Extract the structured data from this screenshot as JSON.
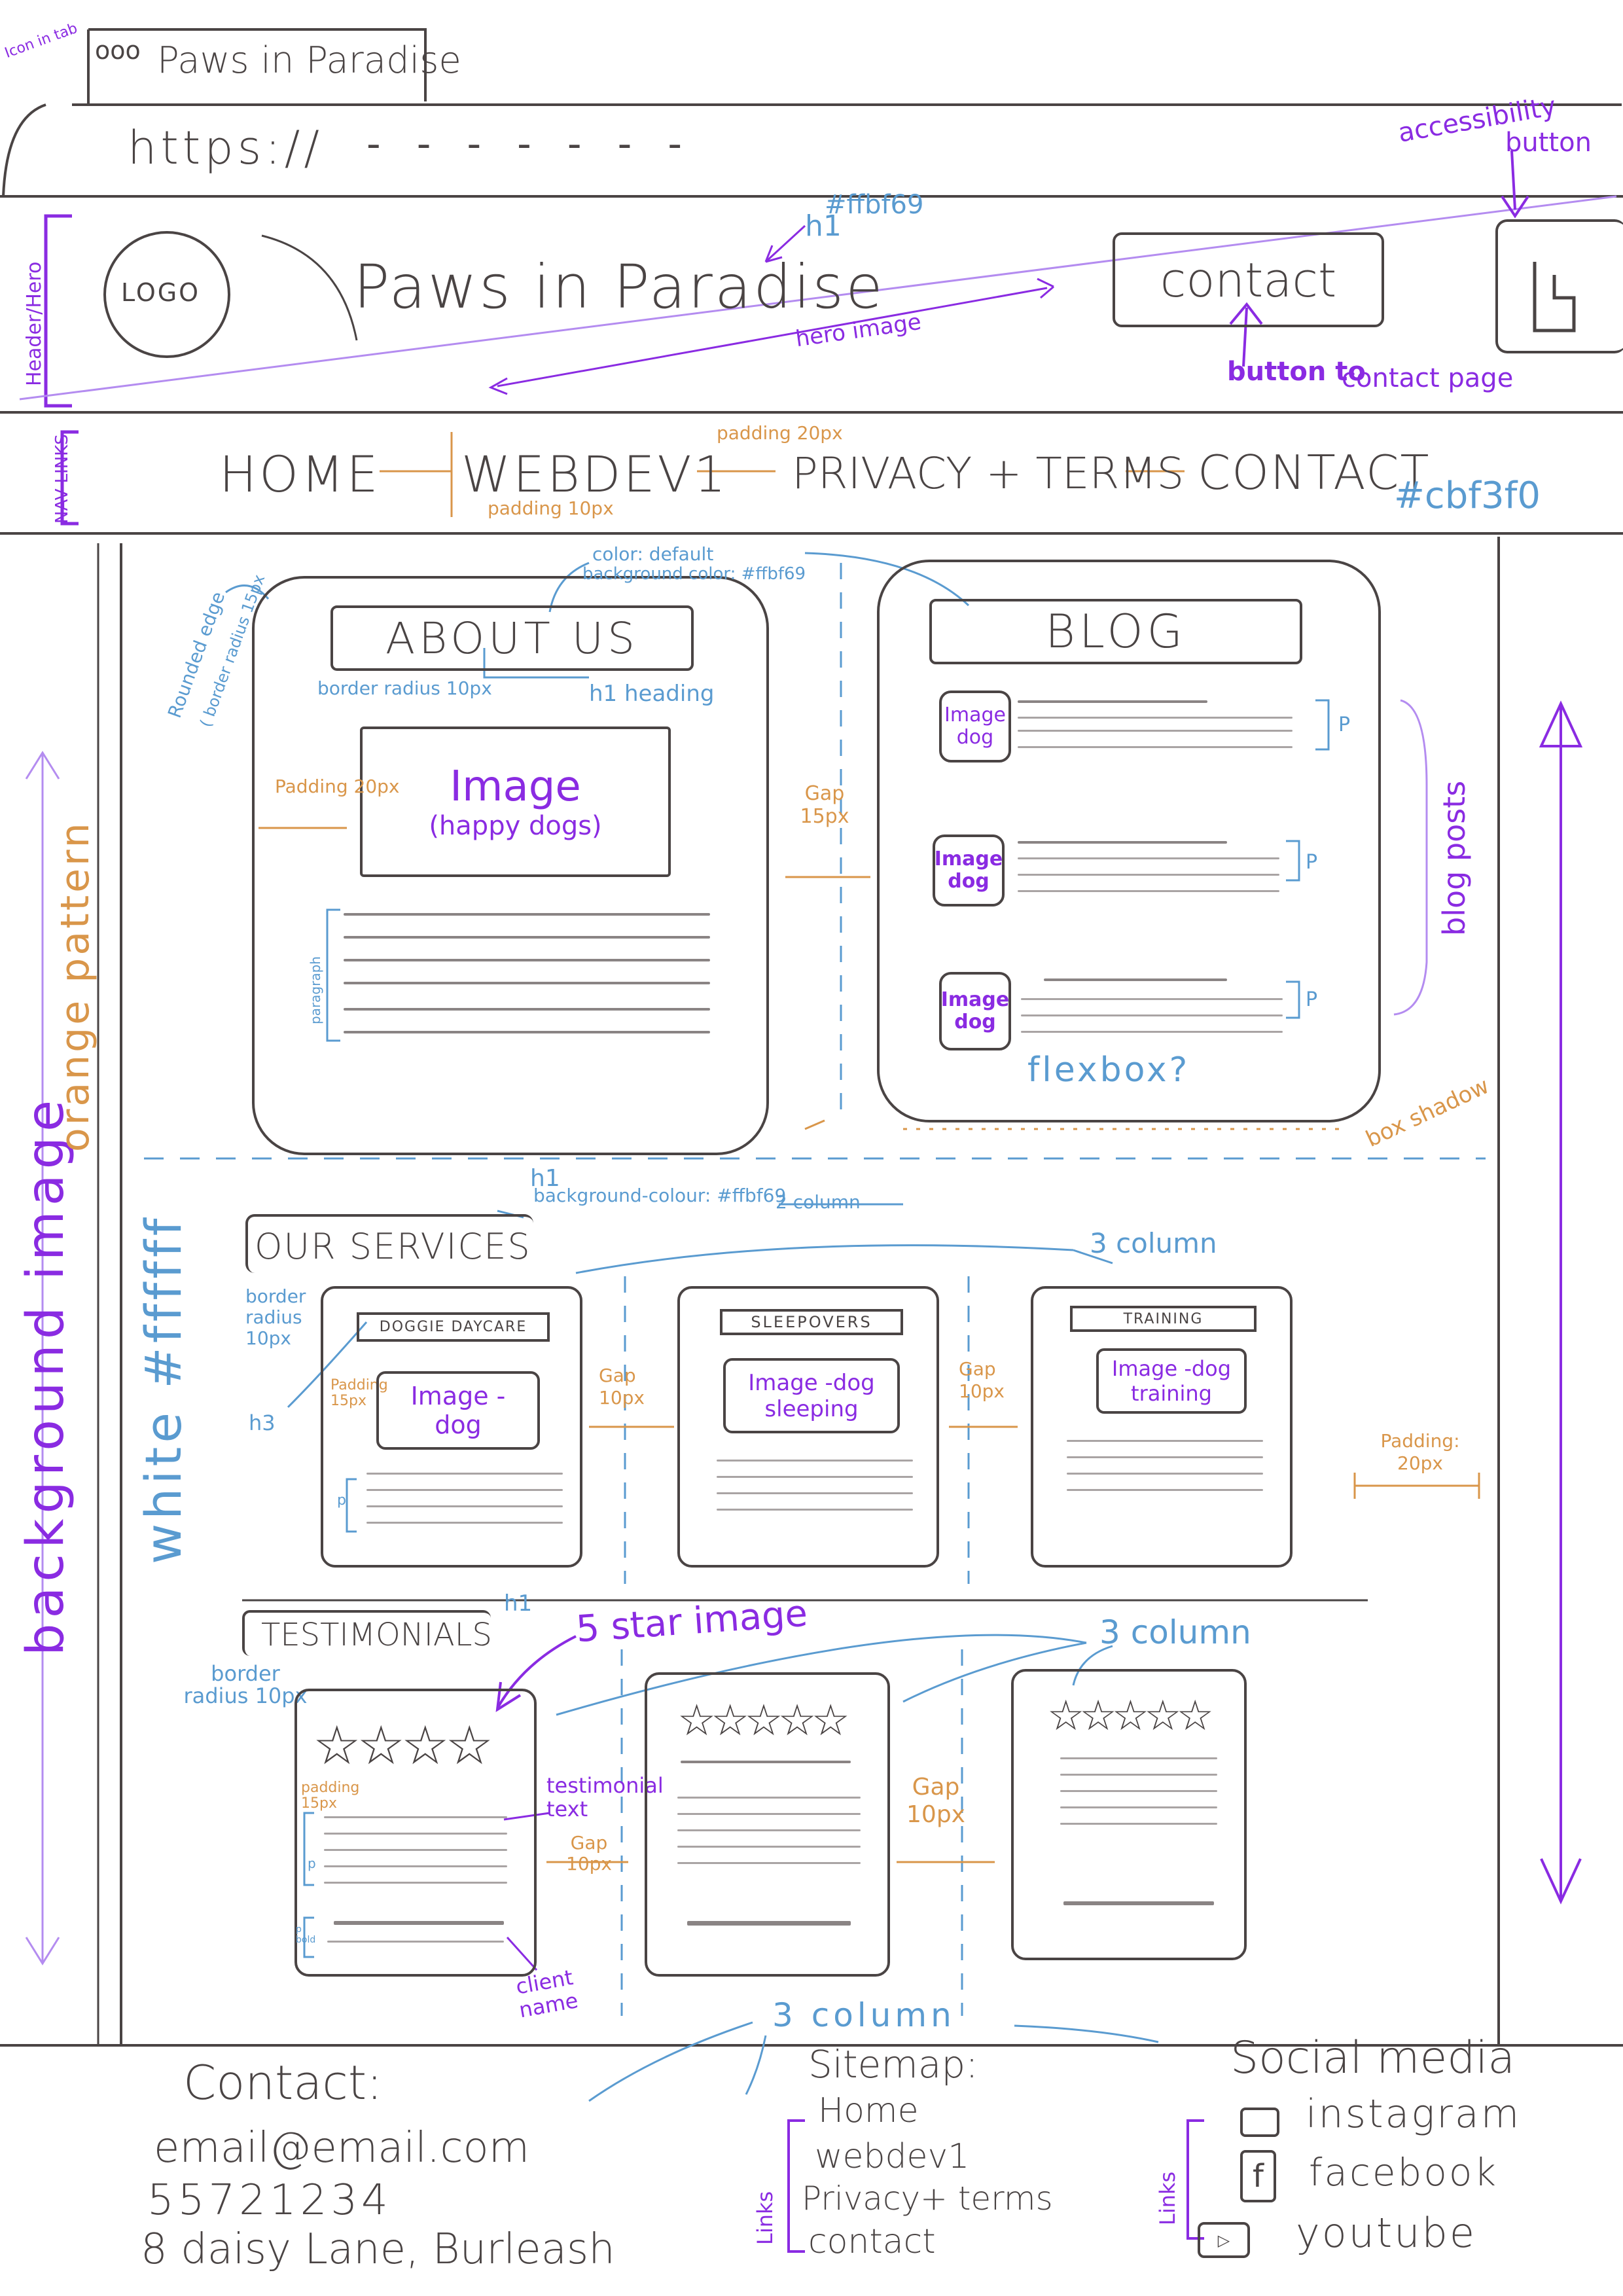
{
  "tab": {
    "title": "Paws in Paradise",
    "dots": "ooo",
    "annotation": "Icon in tab"
  },
  "addressbar": {
    "url": "https://",
    "dashes": "- - - - - - -"
  },
  "header": {
    "section_label": "Header/Hero",
    "logo": "LOGO",
    "title": "Paws in Paradise",
    "h1_note": "h1",
    "h1_color": "#ffbf69",
    "hero_note": "hero image",
    "contact_button": "contact",
    "contact_note_line1": "button to",
    "contact_note_line2": "contact page",
    "accessibility_note_line1": "accessibility",
    "accessibility_note_line2": "button"
  },
  "nav": {
    "section_label": "NAV LINKS",
    "links": [
      "HOME",
      "WEBDEV1",
      "PRIVACY + TERMS",
      "CONTACT"
    ],
    "padding_top": "padding 20px",
    "padding_bottom": "padding 10px",
    "color": "#cbf3f0"
  },
  "background_notes": {
    "left_purple": "background image",
    "left_orange": "orange pattern",
    "left_blue": "white #ffffff"
  },
  "about": {
    "heading": "ABOUT US",
    "image": "Image",
    "image_sub": "(happy dogs)",
    "rounded_note": "Rounded edge",
    "rounded_sub": "( border radius 15px",
    "border_radius_note": "border radius 10px",
    "h1_heading_note": "h1 heading",
    "padding_note": "Padding 20px",
    "paragraph_note": "paragraph",
    "color_note_line1": "color: default",
    "color_note_line2": "background color: #ffbf69"
  },
  "blog": {
    "heading": "BLOG",
    "posts": [
      {
        "image": "Image dog",
        "p": "P"
      },
      {
        "image": "Image dog",
        "p": "P"
      },
      {
        "image": "Image dog",
        "p": "P"
      }
    ],
    "flexbox_note": "flexbox?",
    "blog_posts_note": "blog posts",
    "box_shadow_note": "box shadow",
    "gap_note": "Gap 15px"
  },
  "services": {
    "heading": "OUR SERVICES",
    "h1_note": "h1",
    "bg_note": "background-colour: #ffbf69",
    "two_col_note": "2 column",
    "three_col_note": "3 column",
    "border_radius_note": "border radius 10px",
    "h3_note": "h3",
    "padding_note": "Padding 15px",
    "p_note": "p",
    "cards": [
      {
        "title": "DOGGIE DAYCARE",
        "image": "Image -dog"
      },
      {
        "title": "SLEEPOVERS",
        "image": "Image -dog sleeping"
      },
      {
        "title": "TRAINING",
        "image": "Image -dog training"
      }
    ],
    "gap_note": "Gap 10px",
    "right_padding_note": "Padding: 20px"
  },
  "testimonials": {
    "heading": "TESTIMONIALS",
    "h1_note": "h1",
    "star_note": "5 star image",
    "three_col_note": "3 column",
    "border_radius_note": "border radius 10px",
    "padding_note": "padding 15px",
    "text_note": "testimonial text",
    "gap_note": "Gap 10px",
    "p_note": "p",
    "bold_note": "p bold",
    "client_note": "client name",
    "stars": [
      "☆☆☆☆",
      "☆☆☆☆☆",
      "☆☆☆☆☆"
    ]
  },
  "footer": {
    "three_col_note": "3 column",
    "contact_heading": "Contact:",
    "email": "email@email.com",
    "phone": "55721234",
    "address": "8 daisy Lane, Burleash",
    "sitemap_heading": "Sitemap:",
    "sitemap_links": [
      "Home",
      "webdev1",
      "Privacy+ terms",
      "contact"
    ],
    "links_note": "Links",
    "social_heading": "Social media",
    "social_links": [
      "instagram",
      "facebook",
      "youtube"
    ],
    "social_links_note": "Links"
  },
  "colors": {
    "ink": "#4a4444",
    "blue": "#5a9bd0",
    "purple": "#8a2be2",
    "orange": "#d9964a"
  }
}
